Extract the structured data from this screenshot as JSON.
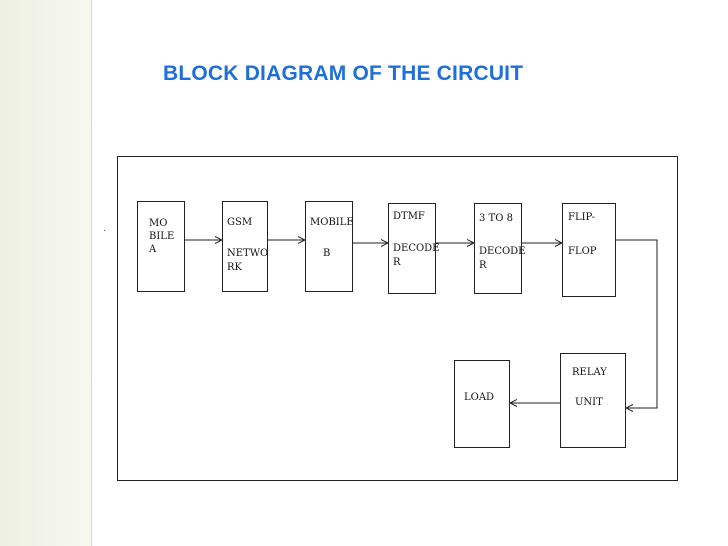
{
  "title": "BLOCK DIAGRAM OF THE CIRCUIT",
  "blocks": {
    "mobile_a": {
      "line1": "MO",
      "line2": "BILE",
      "line3": "A"
    },
    "gsm": {
      "line1": "GSM",
      "line2": "NETWO",
      "line3": "RK"
    },
    "mobile_b": {
      "line1": "MOBILE",
      "line2": "B"
    },
    "dtmf": {
      "line1": "DTMF",
      "line2": "DECODE",
      "line3": "R"
    },
    "decoder_3to8": {
      "line1": "3 TO 8",
      "line2": "DECODE",
      "line3": "R"
    },
    "flipflop": {
      "line1": "FLIP-",
      "line2": "FLOP"
    },
    "relay": {
      "line1": "RELAY",
      "line2": "UNIT"
    },
    "load": {
      "line1": "LOAD"
    }
  },
  "colors": {
    "title": "#1f6fd8",
    "lines": "#222222",
    "stripe": "#eef0e3"
  }
}
